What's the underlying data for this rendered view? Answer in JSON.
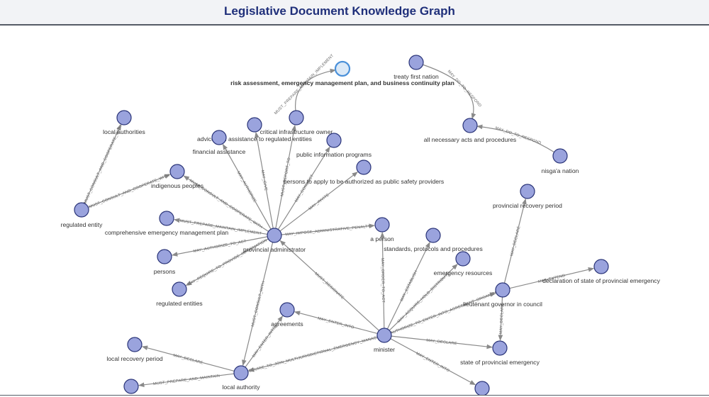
{
  "header": {
    "title": "Legislative Document Knowledge Graph"
  },
  "graph": {
    "nodes": [
      {
        "id": "risk",
        "label": "risk assessment, emergency management plan, and business continuity plan",
        "highlighted": true,
        "bold": true
      },
      {
        "id": "treaty",
        "label": "treaty first nation"
      },
      {
        "id": "allacts",
        "label": "all necessary acts and procedures"
      },
      {
        "id": "nisgaa",
        "label": "nisga'a nation"
      },
      {
        "id": "localauth",
        "label": "local authorities"
      },
      {
        "id": "cio",
        "label": "critical infrastructure owner"
      },
      {
        "id": "advice",
        "label": "advice and assistance to regulated entities"
      },
      {
        "id": "finance",
        "label": "financial assistance"
      },
      {
        "id": "pubinfo",
        "label": "public information programs"
      },
      {
        "id": "safety",
        "label": "persons to apply to be authorized as public safety providers"
      },
      {
        "id": "indig",
        "label": "indigenous peoples"
      },
      {
        "id": "regentity",
        "label": "regulated entity"
      },
      {
        "id": "cemp",
        "label": "comprehensive emergency management plan"
      },
      {
        "id": "provadmin",
        "label": "provincial administrator"
      },
      {
        "id": "aperson",
        "label": "a person"
      },
      {
        "id": "persons",
        "label": "persons"
      },
      {
        "id": "regentities",
        "label": "regulated entities"
      },
      {
        "id": "standards",
        "label": "standards, protocols and procedures"
      },
      {
        "id": "emres",
        "label": "emergency resources"
      },
      {
        "id": "provrec",
        "label": "provincial recovery period"
      },
      {
        "id": "declprov",
        "label": "declaration of state of provincial emergency"
      },
      {
        "id": "ltgov",
        "label": "lieutenant governor in council"
      },
      {
        "id": "agreements",
        "label": "agreements"
      },
      {
        "id": "minister",
        "label": "minister"
      },
      {
        "id": "stateprov",
        "label": "state of provincial emergency"
      },
      {
        "id": "localrec",
        "label": "local recovery period"
      },
      {
        "id": "localauthority",
        "label": "local authority"
      },
      {
        "id": "cut1",
        "label": ""
      },
      {
        "id": "cut2",
        "label": ""
      }
    ],
    "edges": [
      {
        "from": "cio",
        "to": "risk",
        "label": "MUST_PREPARE_MAINTAIN_IMPLEMENT"
      },
      {
        "from": "treaty",
        "to": "allacts",
        "label": "MAY_DO_TO_RESPOND"
      },
      {
        "from": "nisgaa",
        "to": "allacts",
        "label": "MAY_DO_TO_RESPOND"
      },
      {
        "from": "regentity",
        "to": "localauth",
        "label": "MUST_CONSULT_AND_COOPERATE_WITH"
      },
      {
        "from": "regentity",
        "to": "indig",
        "label": "MUST_CONSULT_AND_COOPERATE_WITH"
      },
      {
        "from": "provadmin",
        "to": "indig",
        "label": "MUST_CONSULT_AND_COOPERATE_WITH"
      },
      {
        "from": "provadmin",
        "to": "cemp",
        "label": "MUST_PREPARE_MAINTAIN_IMPLEMENT"
      },
      {
        "from": "provadmin",
        "to": "persons",
        "label": "MAY_AUTHORIZE_TO_ACT"
      },
      {
        "from": "provadmin",
        "to": "regentities",
        "label": "MAY_REQUIRE_TO_PROVIDE_INFORMATION"
      },
      {
        "from": "provadmin",
        "to": "finance",
        "label": "MAY_AUTHORIZE"
      },
      {
        "from": "provadmin",
        "to": "advice",
        "label": "MAY_GIVE"
      },
      {
        "from": "provadmin",
        "to": "cio",
        "label": "MUST_REPORT_TO"
      },
      {
        "from": "provadmin",
        "to": "pubinfo",
        "label": "MAY_CONDUCT"
      },
      {
        "from": "provadmin",
        "to": "safety",
        "label": "MAY_INVITE"
      },
      {
        "from": "provadmin",
        "to": "aperson",
        "label": "MAY_IMPOSE_ADMINISTRATIVE_PENALTY"
      },
      {
        "from": "provadmin",
        "to": "localauthority",
        "label": "MUST_CONSULT_WITH"
      },
      {
        "from": "minister",
        "to": "provadmin",
        "label": "MUST_DESIGNATE"
      },
      {
        "from": "minister",
        "to": "aperson",
        "label": "MAY_ORDER_TO_ACT"
      },
      {
        "from": "minister",
        "to": "standards",
        "label": "MAY_ESTABLISH"
      },
      {
        "from": "minister",
        "to": "emres",
        "label": "MAY_ACQUIRE_HOLD_DISTRIBUTE"
      },
      {
        "from": "minister",
        "to": "ltgov",
        "label": "MAY_AUTHORIZE_TO_ENTER_INTO_AGREEMENT_ORGANIZATION"
      },
      {
        "from": "minister",
        "to": "agreements",
        "label": "MAY_ENTER_INTO"
      },
      {
        "from": "minister",
        "to": "stateprov",
        "label": "MAY_DECLARE"
      },
      {
        "from": "minister",
        "to": "localauthority",
        "label": "MAY_REQUIRE_TO_JOIN_MULTIJURISDICTIONAL_EMERGENCY_MANAGEMENT"
      },
      {
        "from": "minister",
        "to": "cut2",
        "label": "MAY_ENTER_INTO"
      },
      {
        "from": "ltgov",
        "to": "provrec",
        "label": "MAY_DECLARE"
      },
      {
        "from": "ltgov",
        "to": "declprov",
        "label": "MAY_EXTEND"
      },
      {
        "from": "ltgov",
        "to": "stateprov",
        "label": "MAY_DECLARE"
      },
      {
        "from": "localauthority",
        "to": "localrec",
        "label": "MAY_DECLARE"
      },
      {
        "from": "localauthority",
        "to": "cut1",
        "label": "MUST_PREPARE_AND_MAINTAIN"
      },
      {
        "from": "localauthority",
        "to": "agreements",
        "label": "MAY_ENTER_INTO"
      }
    ]
  },
  "colors": {
    "node_fill": "#9aa3dd",
    "node_stroke": "#2a3478",
    "highlight_fill": "#dbe9f7",
    "highlight_stroke": "#4a90d9",
    "edge": "#8a8a8a",
    "title": "#1f2f7a"
  }
}
